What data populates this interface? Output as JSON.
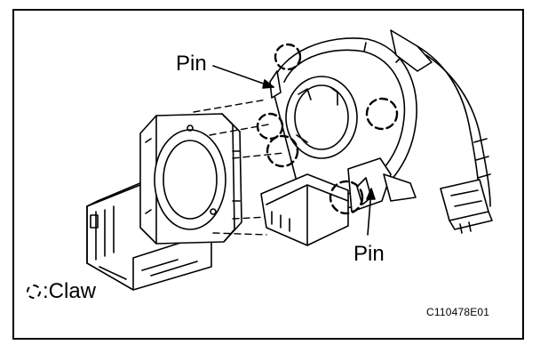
{
  "figure": {
    "callouts": {
      "pin_top": "Pin",
      "pin_bottom": "Pin"
    },
    "legend": {
      "symbol_icon": "dashed-circle-icon",
      "label": ":Claw"
    },
    "figure_code": "C110478E01"
  },
  "colors": {
    "line": "#000000",
    "background": "#ffffff"
  }
}
